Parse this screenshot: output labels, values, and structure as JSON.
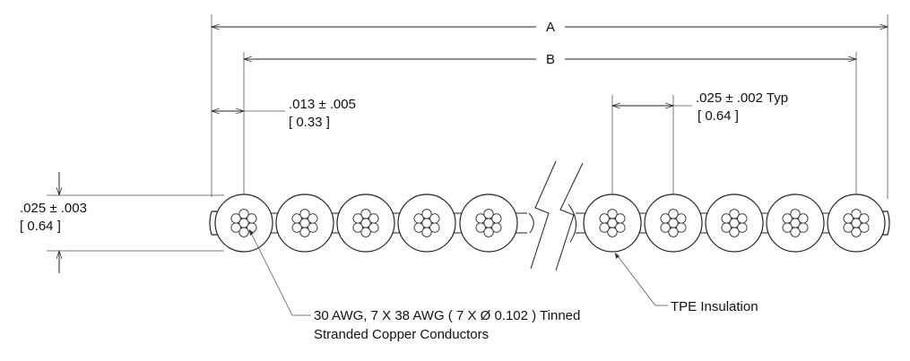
{
  "dimensions": {
    "overall_width": "A",
    "conductor_span": "B",
    "edge_margin": ".013 ± .005",
    "edge_margin_metric": "[ 0.33 ]",
    "pitch": ".025 ± .002 Typ",
    "pitch_metric": "[ 0.64 ]",
    "thickness": ".025 ± .003",
    "thickness_metric": "[ 0.64 ]"
  },
  "callouts": {
    "conductor_line1": "30 AWG, 7 X 38 AWG  ( 7 X Ø 0.102 ) Tinned",
    "conductor_line2": "Stranded Copper Conductors",
    "insulation": "TPE Insulation"
  }
}
